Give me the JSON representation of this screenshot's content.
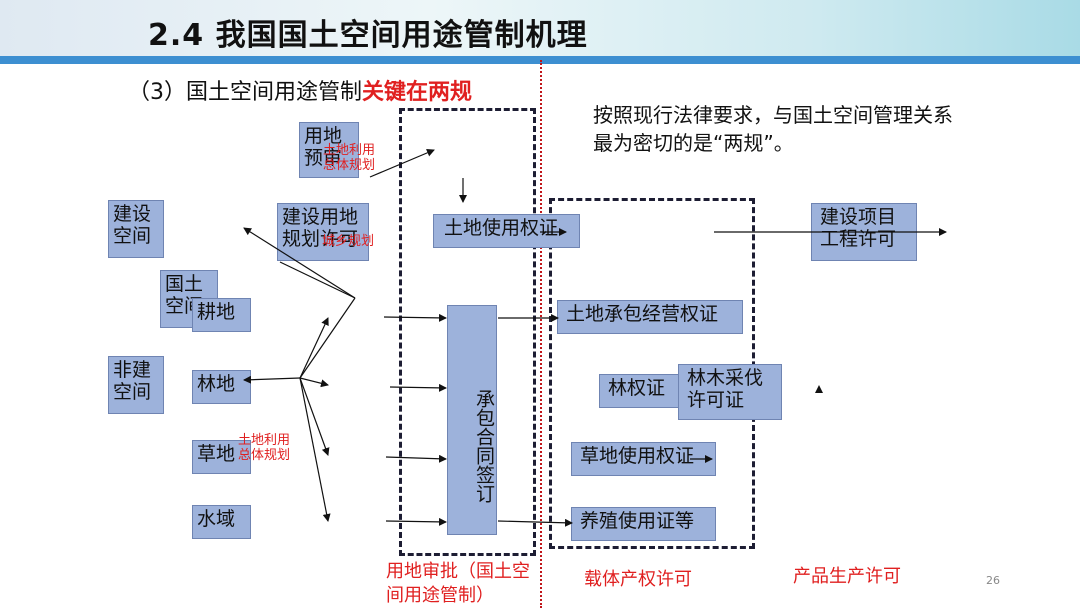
{
  "title": "2.4 我国国土空间用途管制机理",
  "subtitle": {
    "prefix": "（3）国土空间用途管制",
    "highlight": "关键在两规"
  },
  "note": "按照现行法律要求，与国土空间管理关系最为密切的是“两规”。",
  "boxes": {
    "yongdi_yushen": [
      "用地",
      "预审"
    ],
    "jianshe_kongjian": [
      "建设",
      "空间"
    ],
    "guotu_kongjian": [
      "国土",
      "空间"
    ],
    "feijianshe_kongjian": [
      "非建",
      "空间"
    ],
    "gengdi": "耕地",
    "lindi": "林地",
    "caodi": "草地",
    "shuiyu": "水域",
    "jianshe_yongdi_guihua": [
      "建设用地",
      "规划许可"
    ],
    "tudi_shiyong_quanzheng": "土地使用权证",
    "chengbao_hetong": "承包合同签订",
    "tudi_chengbao": "土地承包经营权证",
    "linquanzheng": "林权证",
    "linmu_caifa": [
      "林木采伐",
      "许可证"
    ],
    "caodi_shiyong": "草地使用权证",
    "yangzhi_shiyong": "养殖使用证等",
    "jianshe_xiangmu": [
      "建设项目",
      "工程许可"
    ]
  },
  "red_notes": {
    "tudi_liyong_top": [
      "土地利用",
      "总体规划"
    ],
    "chengxiang_guihua": "城乡规划",
    "tudi_liyong_bottom": [
      "土地利用",
      "总体规划"
    ]
  },
  "column_labels": {
    "yongdi_shenpi": "用地审批（国土空间用途管制）",
    "zaiti_chanquan": "载体产权许可",
    "chanpin_shengchan": "产品生产许可"
  },
  "page_number": "26",
  "colors": {
    "box_fill": "#9db2db",
    "highlight_red": "#e02020",
    "banner_stripe": "#3d8fd1"
  }
}
